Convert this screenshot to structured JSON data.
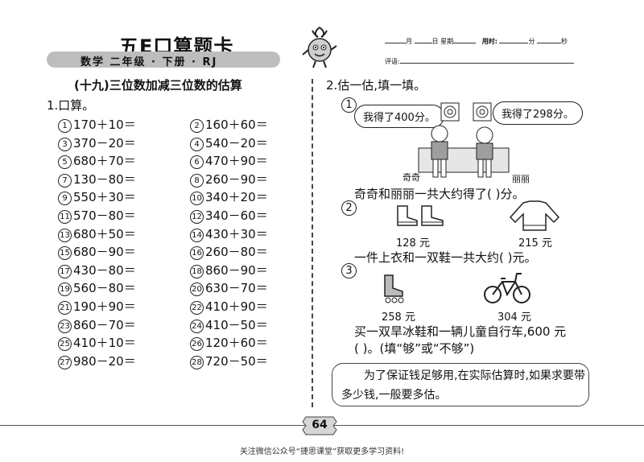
{
  "header": {
    "brand": "五E口算题卡",
    "subtitle": "数学  二年级 · 下册 · RJ",
    "date_line": {
      "month": "月",
      "day": "日",
      "weekday": "星期",
      "time_label": "用时:",
      "minutes": "分",
      "seconds": "秒"
    },
    "eval_label": "评语:"
  },
  "left": {
    "title": "(十九)三位数加减三位数的估算",
    "q1_label": "1.口算。",
    "problems": [
      {
        "num": "1",
        "expr": "170＋10＝"
      },
      {
        "num": "2",
        "expr": "160＋60＝"
      },
      {
        "num": "3",
        "expr": "370－20＝"
      },
      {
        "num": "4",
        "expr": "540－20＝"
      },
      {
        "num": "5",
        "expr": "680＋70＝"
      },
      {
        "num": "6",
        "expr": "470＋90＝"
      },
      {
        "num": "7",
        "expr": "130－80＝"
      },
      {
        "num": "8",
        "expr": "260－90＝"
      },
      {
        "num": "9",
        "expr": "550＋30＝"
      },
      {
        "num": "10",
        "expr": "340＋20＝"
      },
      {
        "num": "11",
        "expr": "570－80＝"
      },
      {
        "num": "12",
        "expr": "340－60＝"
      },
      {
        "num": "13",
        "expr": "680＋50＝"
      },
      {
        "num": "14",
        "expr": "430＋30＝"
      },
      {
        "num": "15",
        "expr": "680－90＝"
      },
      {
        "num": "16",
        "expr": "260－80＝"
      },
      {
        "num": "17",
        "expr": "430－80＝"
      },
      {
        "num": "18",
        "expr": "860－90＝"
      },
      {
        "num": "19",
        "expr": "560－80＝"
      },
      {
        "num": "20",
        "expr": "630－70＝"
      },
      {
        "num": "21",
        "expr": "190＋90＝"
      },
      {
        "num": "22",
        "expr": "410＋90＝"
      },
      {
        "num": "23",
        "expr": "860－70＝"
      },
      {
        "num": "24",
        "expr": "410－50＝"
      },
      {
        "num": "25",
        "expr": "410＋10＝"
      },
      {
        "num": "26",
        "expr": "120＋60＝"
      },
      {
        "num": "27",
        "expr": "980－20＝"
      },
      {
        "num": "28",
        "expr": "720－50＝"
      }
    ]
  },
  "right": {
    "q2_label": "2.估一估,填一填。",
    "p1": {
      "num": "1",
      "bubble_left": "我得了400分。",
      "bubble_right": "我得了298分。",
      "name_left": "奇奇",
      "name_right": "丽丽",
      "question": "奇奇和丽丽一共大约得了(     )分。"
    },
    "p2": {
      "num": "2",
      "price_shoes": "128 元",
      "price_shirt": "215 元",
      "question": "一件上衣和一双鞋一共大约(     )元。"
    },
    "p3": {
      "num": "3",
      "price_skates": "258 元",
      "price_bike": "304 元",
      "question_line1": "买一双旱冰鞋和一辆儿童自行车,600 元",
      "question_line2": "(     )。(填“够”或“不够”)"
    },
    "tip": "为了保证钱足够用,在实际估算时,如果求要带多少钱,一般要多估。"
  },
  "footer": {
    "page_number": "64",
    "note": "关注微信公众号“捷思课堂”获取更多学习资料!"
  }
}
